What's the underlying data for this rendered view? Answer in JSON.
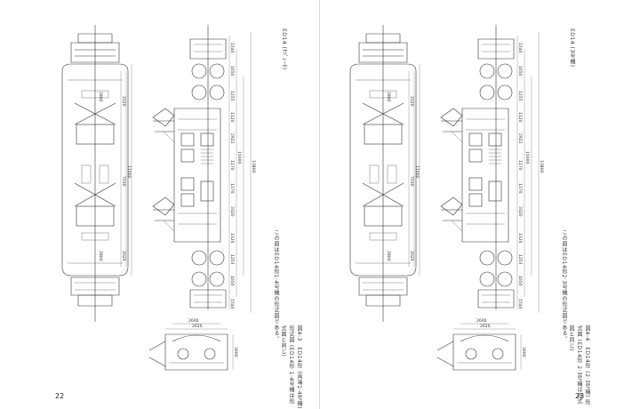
{
  "left_page": {
    "page_number": "22",
    "drawing_id": "ED14 (ｾﾊﾟﾚｰﾀ)",
    "caption": "図4-3　ED14形 (両端1·4号機) 形式図 (ED14形 1·4号機は形式図と同じ)",
    "caption_tail": "この図はED14形1·4号機の形式図である。",
    "dimensions_plan": [
      "2800",
      "2020",
      "7030",
      "11000",
      "2020",
      "2800"
    ],
    "dimensions_side": [
      "1540",
      "1650",
      "1253",
      "1120",
      "2922",
      "1170",
      "11000",
      "13800",
      "1170",
      "3320",
      "1120",
      "1253",
      "1650",
      "1540"
    ],
    "dimensions_end": [
      "2600",
      "2620",
      "3900"
    ]
  },
  "right_page": {
    "page_number": "23",
    "drawing_id": "ED14 (3号機)",
    "caption": "図4-4　ED14形 (2·3号機) 形式図 (ED14形 2·3号機は形式図と同じ)",
    "caption_tail": "この図はED14形2·3号機の形式図である。",
    "dimensions_plan": [
      "2800",
      "2020",
      "7030",
      "11000",
      "2020",
      "2800"
    ],
    "dimensions_side": [
      "1540",
      "1650",
      "1253",
      "1120",
      "2922",
      "1170",
      "11000",
      "13800",
      "1170",
      "3320",
      "1120",
      "1253",
      "1650",
      "1540"
    ],
    "dimensions_end": [
      "2600",
      "2620",
      "3900"
    ]
  }
}
